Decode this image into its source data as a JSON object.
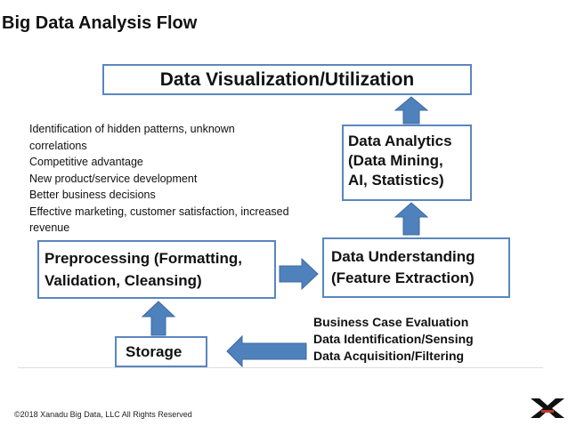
{
  "title": "Big Data Analysis Flow",
  "boxes": {
    "visualization": "Data Visualization/Utilization",
    "analytics": [
      "Data Analytics",
      "(Data Mining,",
      "AI, Statistics)"
    ],
    "understanding": [
      "Data Understanding",
      "(Feature Extraction)"
    ],
    "preprocessing": [
      "Preprocessing (Formatting,",
      "Validation, Cleansing)"
    ],
    "storage": "Storage"
  },
  "benefits": [
    "Identification of hidden patterns, unknown",
    "correlations",
    "Competitive advantage",
    "New product/service development",
    "Better business decisions",
    "Effective marketing,  customer satisfaction, increased",
    "revenue"
  ],
  "sources": [
    "Business Case Evaluation",
    "Data Identification/Sensing",
    "Data Acquisition/Filtering"
  ],
  "footer": "©2018 Xanadu Big Data, LLC All Rights Reserved",
  "logo": "X",
  "colors": {
    "arrow": "#4f81bd",
    "border": "#5b86c0"
  }
}
